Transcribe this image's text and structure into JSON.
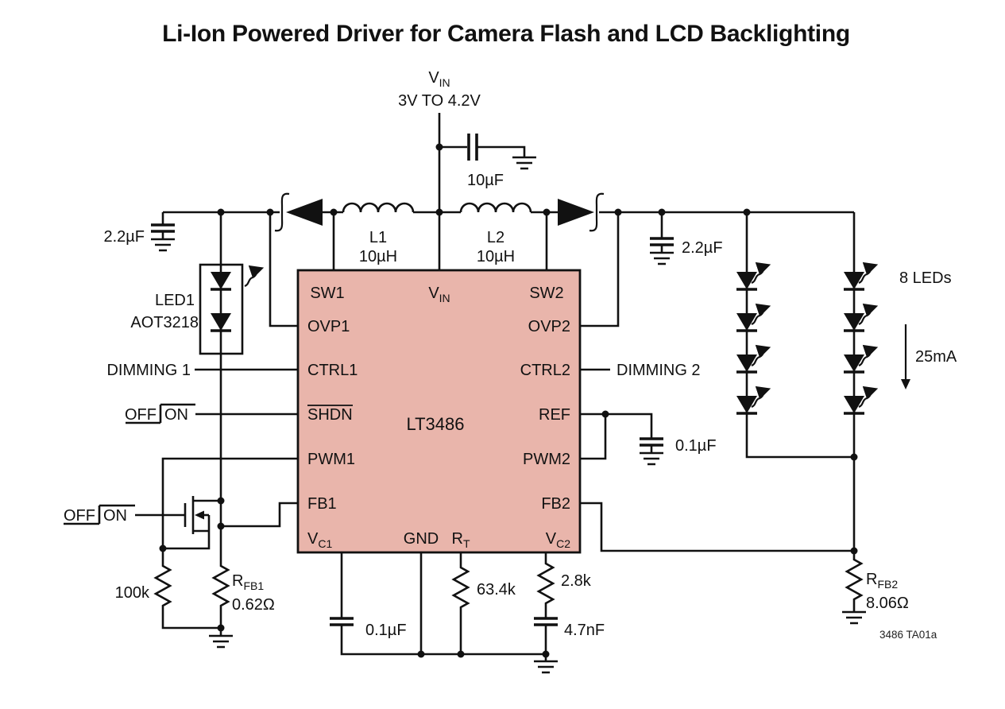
{
  "colors": {
    "ic_fill": "#e9b5ab",
    "wire": "#111111"
  },
  "title": "Li-Ion Powered Driver for Camera Flash and LCD Backlighting",
  "source": {
    "v_base": "V",
    "v_sub": "IN",
    "range": "3V TO 4.2V",
    "cap": "10µF"
  },
  "left_rail": {
    "cap": "2.2µF"
  },
  "right_rail": {
    "cap": "2.2µF"
  },
  "inductors": {
    "l1_name": "L1",
    "l1_value": "10µH",
    "l2_name": "L2",
    "l2_value": "10µH"
  },
  "ic": {
    "name": "LT3486",
    "pins": {
      "sw1": "SW1",
      "vin_base": "V",
      "vin_sub": "IN",
      "sw2": "SW2",
      "ovp1": "OVP1",
      "ovp2": "OVP2",
      "ctrl1": "CTRL1",
      "ctrl2": "CTRL2",
      "shdn": "SHDN",
      "ref": "REF",
      "pwm1": "PWM1",
      "pwm2": "PWM2",
      "fb1": "FB1",
      "fb2": "FB2",
      "vc1_base": "V",
      "vc1_sub": "C1",
      "gnd": "GND",
      "rt_base": "R",
      "rt_sub": "T",
      "vc2_base": "V",
      "vc2_sub": "C2"
    }
  },
  "flash": {
    "led_name": "LED1",
    "led_part": "AOT3218",
    "dimming": "DIMMING 1",
    "off": "OFF",
    "on": "ON",
    "sw_off": "OFF",
    "sw_on": "ON",
    "r_pulldown": "100k",
    "rfb1_base": "R",
    "rfb1_sub": "FB1",
    "rfb1_value": "0.62Ω"
  },
  "backlight": {
    "dimming": "DIMMING 2",
    "ref_cap": "0.1µF",
    "led_count": "8 LEDs",
    "current": "25mA",
    "rfb2_base": "R",
    "rfb2_sub": "FB2",
    "rfb2_value": "8.06Ω"
  },
  "bottom": {
    "vc1_cap": "0.1µF",
    "rt_value": "63.4k",
    "vc2_res": "2.8k",
    "vc2_cap": "4.7nF"
  },
  "note": "3486 TA01a"
}
